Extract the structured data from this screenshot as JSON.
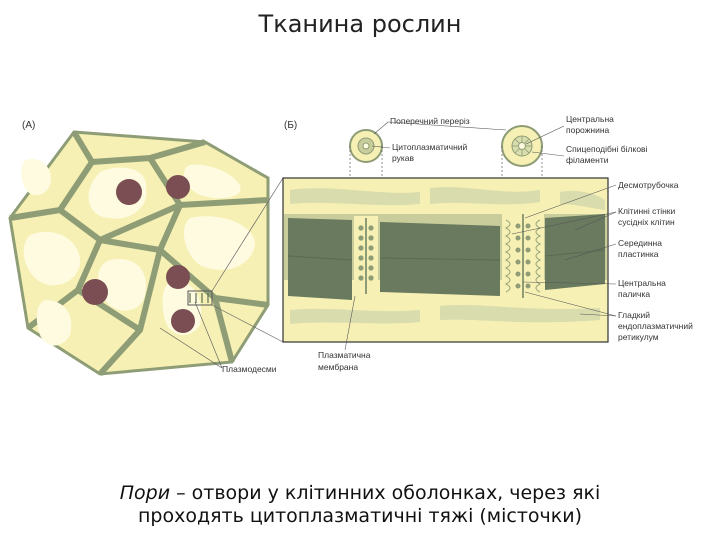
{
  "slide": {
    "title": "Тканина рослин",
    "caption_term": "Пори",
    "caption_rest": " – отвори у клітинних оболонках, через які",
    "caption_line2": "проходять цитоплазматичні тяжі (місточки)"
  },
  "panel_a": {
    "label": "(А)",
    "plasmodesmata_label": "Плазмодесми"
  },
  "panel_b": {
    "label": "(Б)",
    "cross_section_label": "Поперечний переріз",
    "cyto_sleeve_label": [
      "Цитоплазматичний",
      "рукав"
    ],
    "plasma_membrane_label": [
      "Плазматична",
      "мембрана"
    ],
    "right_labels": [
      [
        "Центральна",
        "порожнина"
      ],
      [
        "Спицеподібні білкові",
        "філаменти"
      ],
      [
        "Десмотрубочка"
      ],
      [
        "Клітинні стінки",
        "сусідніх клітин"
      ],
      [
        "Серединна",
        "пластинка"
      ],
      [
        "Центральна",
        "паличка"
      ],
      [
        "Гладкий",
        "ендоплазматичний",
        "ретикулум"
      ]
    ]
  },
  "colors": {
    "cytoplasm": "#f6f0b4",
    "wall": "#8e9d75",
    "vacuole": "#fffbe0",
    "nucleus": "#7a4e52",
    "wall_dark": "#697a5f"
  }
}
